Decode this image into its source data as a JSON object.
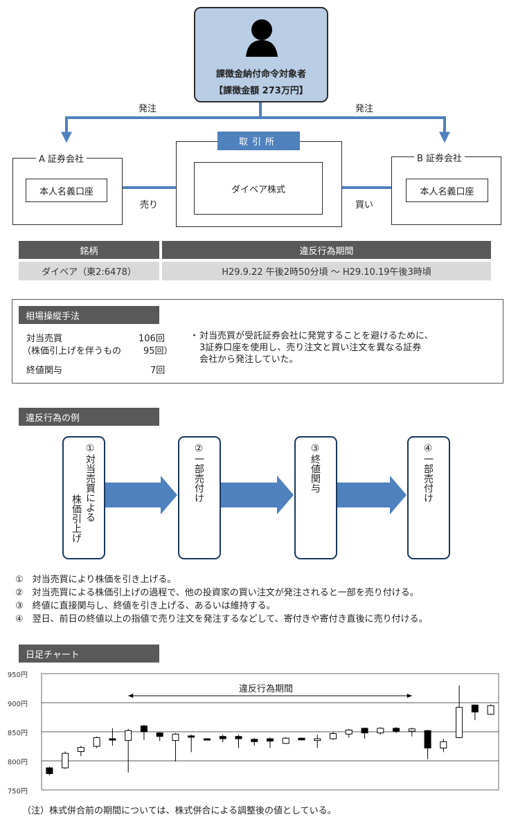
{
  "diagram": {
    "target": {
      "title": "課徴金納付命令対象者",
      "amount": "【課徴金額 273万円】",
      "icon": "person-icon"
    },
    "order_left": "発注",
    "order_right": "発注",
    "firm_a": {
      "label": "A 証券会社",
      "account": "本人名義口座"
    },
    "firm_b": {
      "label": "B 証券会社",
      "account": "本人名義口座"
    },
    "exchange": {
      "label": "取引所",
      "stock": "ダイベア株式"
    },
    "sell_label": "売り",
    "buy_label": "買い",
    "colors": {
      "accent": "#4f81bd",
      "box_fill": "#b9cde5",
      "header": "#595959"
    }
  },
  "table": {
    "headers": [
      "銘柄",
      "違反行為期間"
    ],
    "row": [
      "ダイベア（東2:6478）",
      "H29.9.22 午後2時50分頃 〜 H29.10.19午後3時頃"
    ]
  },
  "methods": {
    "header": "相場操縦手法",
    "items": [
      {
        "label": "対当売買",
        "count": "106回"
      },
      {
        "label": "（株価引上げを伴うもの",
        "count": "95回）"
      },
      {
        "label": "終値関与",
        "count": "7回"
      }
    ],
    "note": {
      "bullet": "・",
      "lines": [
        "対当売買が受託証券会社に発覚することを避けるために、",
        "3証券口座を使用し、売り注文と買い注文を異なる証券",
        "会社から発注していた。"
      ]
    }
  },
  "examples": {
    "header": "違反行為の例",
    "steps": [
      {
        "cols": [
          "①対当売買による",
          "株価引上げ"
        ]
      },
      {
        "cols": [
          "②一部売付け"
        ]
      },
      {
        "cols": [
          "③終値関与"
        ]
      },
      {
        "cols": [
          "④一部売付け"
        ]
      }
    ],
    "descriptions": [
      "①　対当売買により株価を引き上げる。",
      "②　対当売買による株価引上げの過程で、他の投資家の買い注文が発注されると一部を売り付ける。",
      "③　終値に直接関与し、終値を引き上げる、あるいは維持する。",
      "④　翌日、前日の終値以上の指値で売り注文を発注するなどして、寄付きや寄付き直後に売り付ける。"
    ]
  },
  "chart_header": "日足チャート",
  "chart_data": {
    "type": "candlestick",
    "y_ticks": [
      "950円",
      "900円",
      "850円",
      "800円",
      "750円"
    ],
    "ylim": [
      750,
      950
    ],
    "period_label": "違反行為期間",
    "period_range": [
      5,
      23
    ],
    "candles": [
      {
        "open": 788,
        "close": 778,
        "high": 790,
        "low": 775
      },
      {
        "open": 788,
        "close": 813,
        "high": 816,
        "low": 786
      },
      {
        "open": 816,
        "close": 823,
        "high": 826,
        "low": 808
      },
      {
        "open": 825,
        "close": 840,
        "high": 842,
        "low": 822
      },
      {
        "open": 838,
        "close": 836,
        "high": 856,
        "low": 826
      },
      {
        "open": 835,
        "close": 852,
        "high": 855,
        "low": 780
      },
      {
        "open": 860,
        "close": 850,
        "high": 862,
        "low": 836
      },
      {
        "open": 848,
        "close": 842,
        "high": 849,
        "low": 834
      },
      {
        "open": 835,
        "close": 846,
        "high": 848,
        "low": 799
      },
      {
        "open": 843,
        "close": 841,
        "high": 845,
        "low": 815
      },
      {
        "open": 838,
        "close": 837,
        "high": 839,
        "low": 836
      },
      {
        "open": 842,
        "close": 838,
        "high": 845,
        "low": 832
      },
      {
        "open": 842,
        "close": 838,
        "high": 845,
        "low": 822
      },
      {
        "open": 837,
        "close": 833,
        "high": 839,
        "low": 826
      },
      {
        "open": 838,
        "close": 834,
        "high": 840,
        "low": 822
      },
      {
        "open": 830,
        "close": 839,
        "high": 841,
        "low": 829
      },
      {
        "open": 839,
        "close": 836,
        "high": 840,
        "low": 835
      },
      {
        "open": 835,
        "close": 838,
        "high": 845,
        "low": 822
      },
      {
        "open": 838,
        "close": 847,
        "high": 850,
        "low": 836
      },
      {
        "open": 846,
        "close": 853,
        "high": 855,
        "low": 840
      },
      {
        "open": 856,
        "close": 848,
        "high": 857,
        "low": 838
      },
      {
        "open": 848,
        "close": 856,
        "high": 858,
        "low": 845
      },
      {
        "open": 856,
        "close": 851,
        "high": 858,
        "low": 848
      },
      {
        "open": 851,
        "close": 855,
        "high": 857,
        "low": 842
      },
      {
        "open": 852,
        "close": 822,
        "high": 853,
        "low": 803
      },
      {
        "open": 822,
        "close": 833,
        "high": 838,
        "low": 815
      },
      {
        "open": 840,
        "close": 892,
        "high": 930,
        "low": 839
      },
      {
        "open": 896,
        "close": 884,
        "high": 897,
        "low": 870
      },
      {
        "open": 880,
        "close": 895,
        "high": 897,
        "low": 879
      }
    ]
  },
  "note": "（注）株式併合前の期間については、株式併合による調整後の値としている。"
}
